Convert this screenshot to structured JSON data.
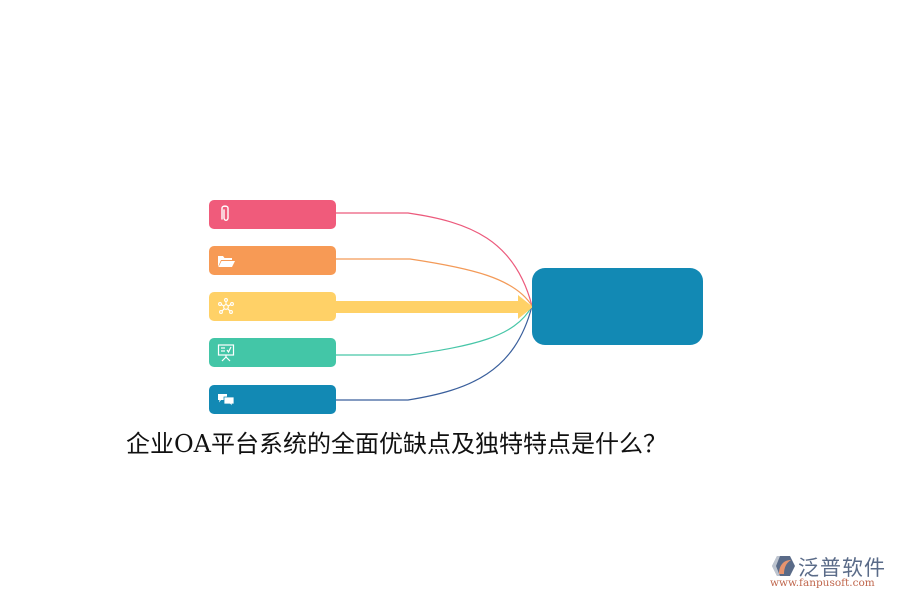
{
  "diagram": {
    "title": "企业OA平台系统的全面优缺点及独特特点是什么？",
    "nodes": [
      {
        "id": "attachment",
        "icon": "paperclip-icon",
        "color": "#f05b7b",
        "line_color": "#ec5a7c",
        "label": ""
      },
      {
        "id": "folder",
        "icon": "folder-open-icon",
        "color": "#f79a55",
        "line_color": "#f39a58",
        "label": ""
      },
      {
        "id": "network",
        "icon": "network-nodes-icon",
        "color": "#ffd167",
        "line_color": "#ffd167",
        "label": ""
      },
      {
        "id": "presentation",
        "icon": "presentation-board-icon",
        "color": "#43c6a7",
        "line_color": "#48c6a8",
        "label": ""
      },
      {
        "id": "chat",
        "icon": "chat-bubbles-icon",
        "color": "#1289b4",
        "line_color": "#3a5f9c",
        "label": ""
      }
    ],
    "hub": {
      "color": "#1289b4",
      "label": ""
    },
    "highlighted_connection": "network"
  },
  "watermark": {
    "brand": "泛普软件",
    "url": "www.fanpusoft.com",
    "brand_color": "#5a6b88",
    "url_color": "#c0674d"
  }
}
